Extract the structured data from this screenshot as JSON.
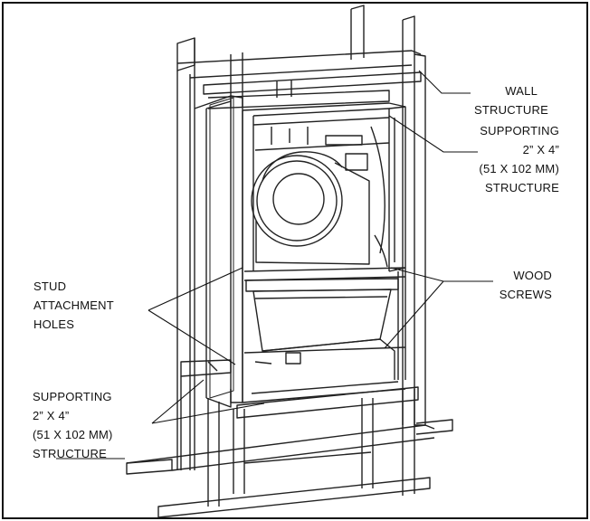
{
  "labels": {
    "wall_structure": [
      "WALL",
      "STRUCTURE"
    ],
    "supporting_top": [
      "SUPPORTING",
      "2” X 4”",
      "(51 X 102 MM)",
      "STRUCTURE"
    ],
    "stud_holes": [
      "STUD",
      "ATTACHMENT",
      "HOLES"
    ],
    "wood_screws": [
      "WOOD",
      "SCREWS"
    ],
    "supporting_bottom": [
      "SUPPORTING",
      "2” X 4”",
      "(51 X 102 MM)",
      "STRUCTURE"
    ]
  }
}
